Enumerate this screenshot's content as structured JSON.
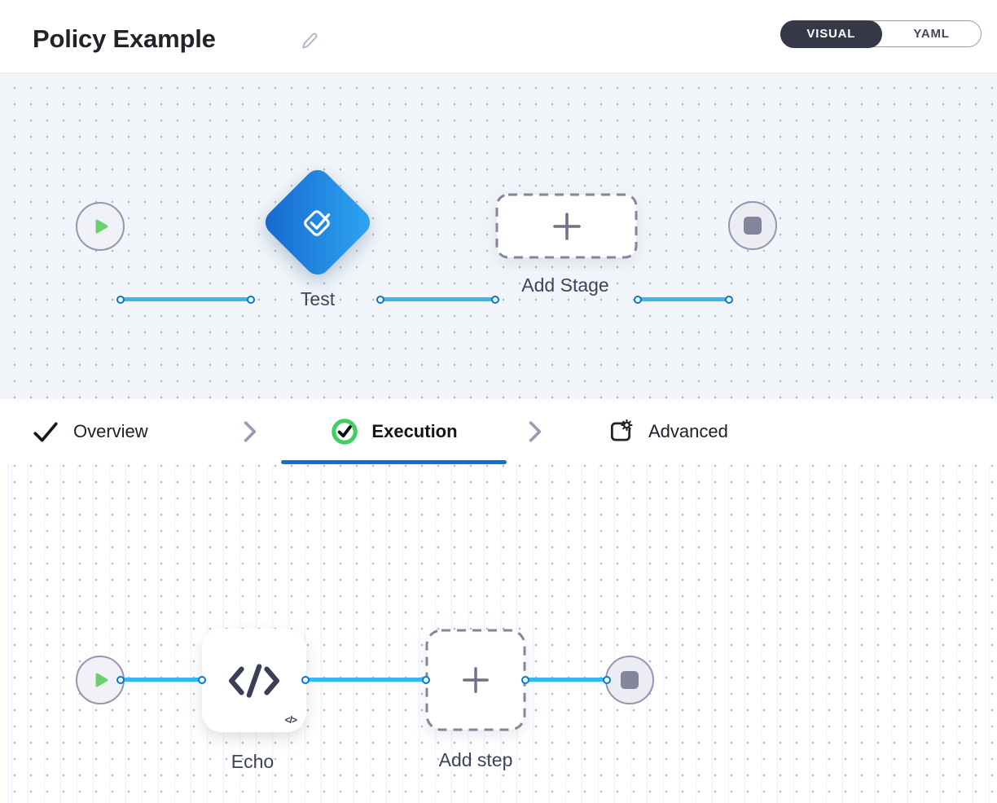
{
  "header": {
    "title": "Policy Example",
    "edit_icon": "pencil-icon",
    "mode_toggle": {
      "visual_label": "VISUAL",
      "yaml_label": "YAML",
      "selected": "VISUAL"
    }
  },
  "stage_pipeline": {
    "start_node_icon": "play-icon",
    "end_node_icon": "stop-icon",
    "stage": {
      "name": "Test",
      "icon": "diamond-check-icon"
    },
    "add_stage_label": "Add Stage",
    "add_stage_icon": "plus-icon"
  },
  "tabs": {
    "items": [
      {
        "label": "Overview",
        "icon": "check-icon",
        "state": "completed"
      },
      {
        "label": "Execution",
        "icon": "check-circle-icon",
        "state": "active"
      },
      {
        "label": "Advanced",
        "icon": "panel-gear-icon",
        "state": "default"
      }
    ]
  },
  "step_pipeline": {
    "start_node_icon": "play-icon",
    "end_node_icon": "stop-icon",
    "step": {
      "name": "Echo",
      "icon": "code-icon",
      "badge": "</>"
    },
    "add_step_label": "Add step",
    "add_step_icon": "plus-icon"
  },
  "colors": {
    "accent_blue": "#1070cf",
    "edge_cyan": "#35b8f0",
    "port_border_blue": "#0278d5",
    "stage_gradient_start": "#2fa7f4",
    "stage_gradient_end": "#1567cd",
    "success_green": "#42cf5f",
    "play_green": "#6dd06e",
    "node_gray": "#84859c",
    "dark_text": "#22222a"
  }
}
